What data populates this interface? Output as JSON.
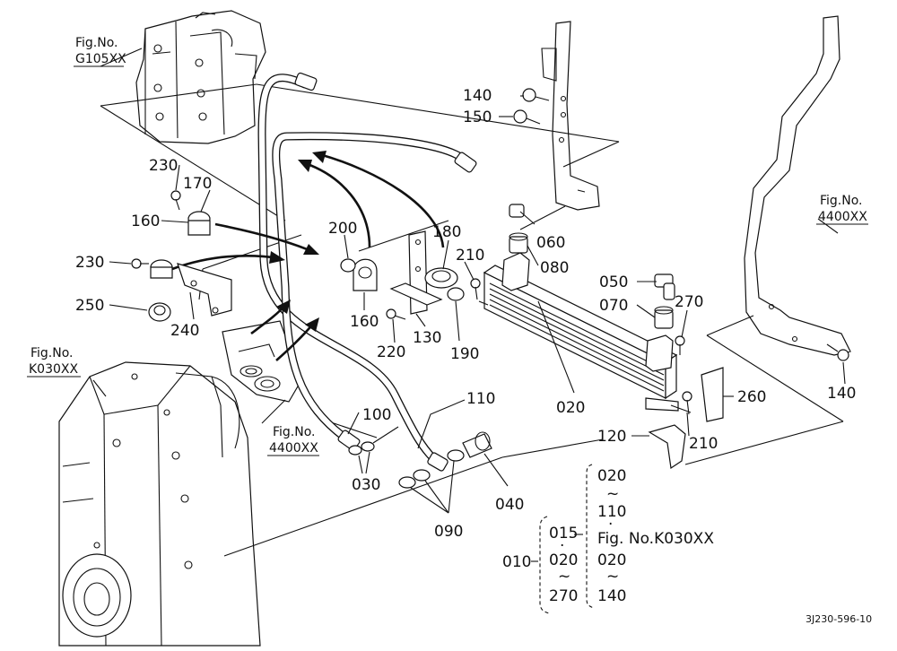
{
  "figure_refs": {
    "g105": [
      "Fig.No.",
      "G105XX"
    ],
    "fig4400_right": [
      "Fig.No.",
      "4400XX"
    ],
    "k030": [
      "Fig.No.",
      "K030XX"
    ],
    "fig4400_mid": [
      "Fig.No.",
      "4400XX"
    ]
  },
  "callouts": {
    "p140_top": "140",
    "p150": "150",
    "p230_top": "230",
    "p170": "170",
    "p160_left": "160",
    "p230_left": "230",
    "p250": "250",
    "p240": "240",
    "p200": "200",
    "p160_mid": "160",
    "p180": "180",
    "p210_top": "210",
    "p060": "060",
    "p080": "080",
    "p050": "050",
    "p070": "070",
    "p270": "270",
    "p220": "220",
    "p130": "130",
    "p190": "190",
    "p020": "020",
    "p260": "260",
    "p140_right": "140",
    "p120": "120",
    "p210_bottom": "210",
    "p110": "110",
    "p100": "100",
    "p030": "030",
    "p040": "040",
    "p090": "090"
  },
  "assembly_note": {
    "group_a": [
      "020",
      "~",
      "110",
      "·",
      "Fig. No.K030XX",
      "020",
      "~",
      "140"
    ],
    "group_b": [
      "015",
      "·",
      "020",
      "~",
      "270"
    ],
    "ref": "010"
  },
  "drawing_number": "3J230-596-10"
}
